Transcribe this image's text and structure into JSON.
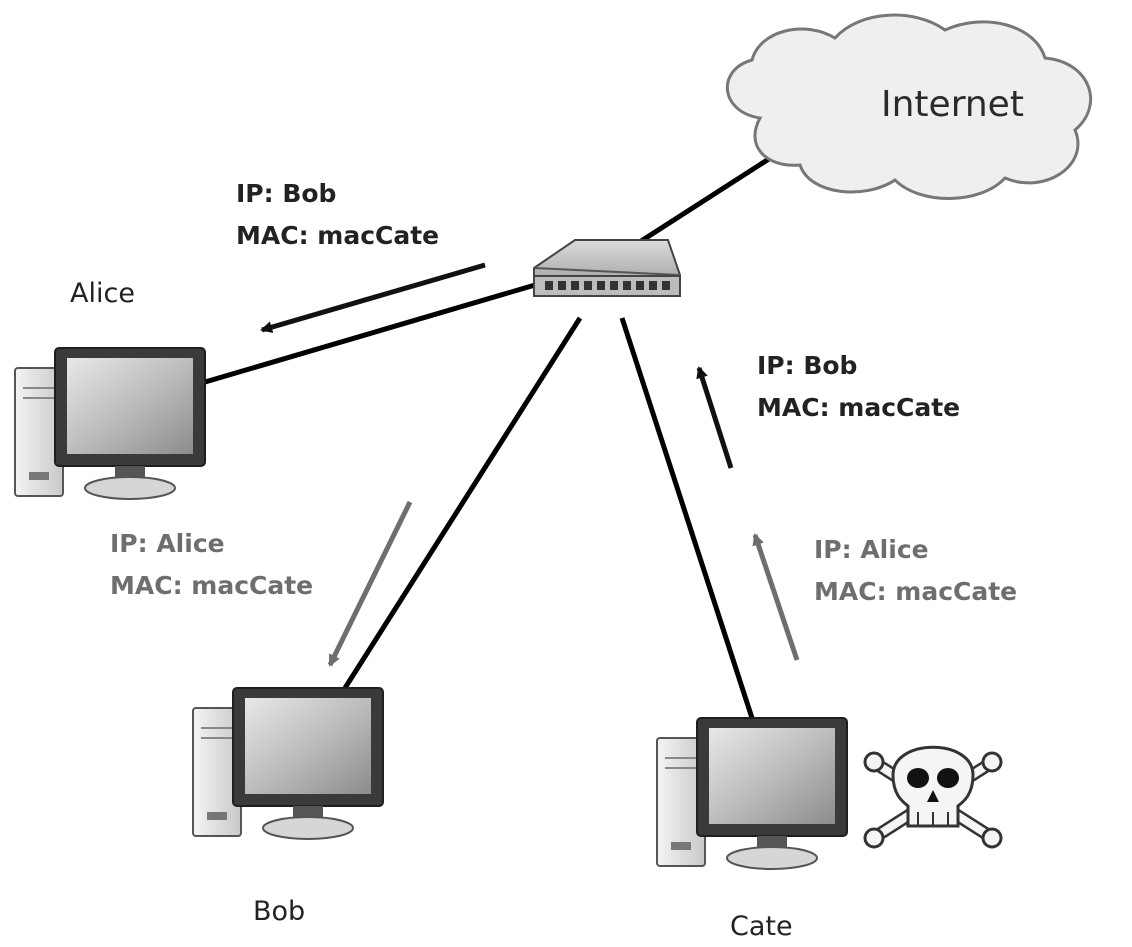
{
  "internet": {
    "label": "Internet"
  },
  "hosts": {
    "alice": {
      "name": "Alice"
    },
    "bob": {
      "name": "Bob"
    },
    "cate": {
      "name": "Cate"
    }
  },
  "packets": {
    "to_alice": {
      "ip": "IP: Bob",
      "mac": "MAC: macCate"
    },
    "cate_up_black": {
      "ip": "IP: Bob",
      "mac": "MAC: macCate"
    },
    "to_bob": {
      "ip": "IP: Alice",
      "mac": "MAC: macCate"
    },
    "cate_up_gray": {
      "ip": "IP: Alice",
      "mac": "MAC: macCate"
    }
  },
  "colors": {
    "black_arrow": "#111111",
    "gray_arrow": "#6e6e6e",
    "link": "#000000"
  },
  "icons": {
    "attacker": "skull-crossbones-icon",
    "switch": "network-switch-icon",
    "computer": "desktop-computer-icon"
  }
}
